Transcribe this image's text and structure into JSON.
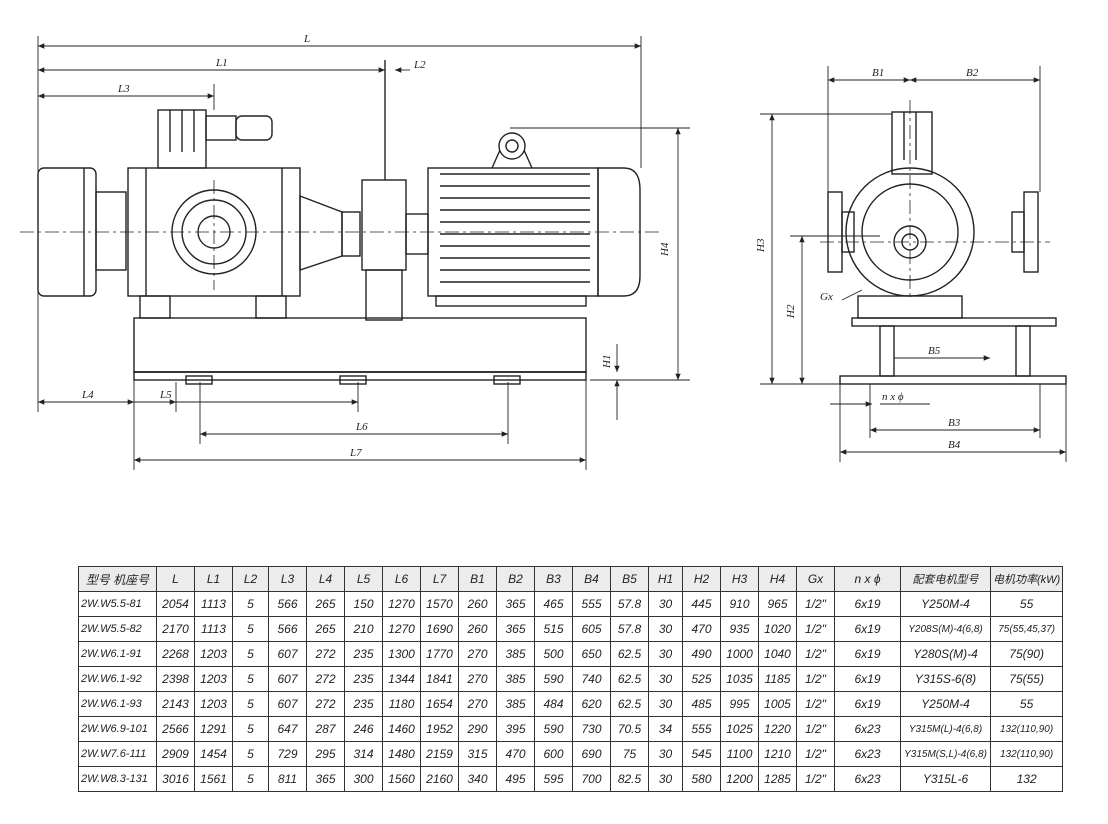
{
  "drawing": {
    "dim_labels": {
      "L": "L",
      "L1": "L1",
      "L2": "L2",
      "L3": "L3",
      "L4": "L4",
      "L5": "L5",
      "L6": "L6",
      "L7": "L7",
      "B1": "B1",
      "B2": "B2",
      "B3": "B3",
      "B4": "B4",
      "B5": "B5",
      "H1": "H1",
      "H2": "H2",
      "H3": "H3",
      "H4": "H4",
      "Gx": "Gx",
      "nxphi": "n x ϕ"
    }
  },
  "table": {
    "headers": [
      "型号 机座号",
      "L",
      "L1",
      "L2",
      "L3",
      "L4",
      "L5",
      "L6",
      "L7",
      "B1",
      "B2",
      "B3",
      "B4",
      "B5",
      "H1",
      "H2",
      "H3",
      "H4",
      "Gx",
      "n x ϕ",
      "配套电机型号",
      "电机功率(kW)"
    ],
    "rows": [
      [
        "2W.W5.5-81",
        "2054",
        "1113",
        "5",
        "566",
        "265",
        "150",
        "1270",
        "1570",
        "260",
        "365",
        "465",
        "555",
        "57.8",
        "30",
        "445",
        "910",
        "965",
        "1/2\"",
        "6x19",
        "Y250M-4",
        "55"
      ],
      [
        "2W.W5.5-82",
        "2170",
        "1113",
        "5",
        "566",
        "265",
        "210",
        "1270",
        "1690",
        "260",
        "365",
        "515",
        "605",
        "57.8",
        "30",
        "470",
        "935",
        "1020",
        "1/2\"",
        "6x19",
        "Y208S(M)-4(6,8)",
        "75(55,45,37)"
      ],
      [
        "2W.W6.1-91",
        "2268",
        "1203",
        "5",
        "607",
        "272",
        "235",
        "1300",
        "1770",
        "270",
        "385",
        "500",
        "650",
        "62.5",
        "30",
        "490",
        "1000",
        "1040",
        "1/2\"",
        "6x19",
        "Y280S(M)-4",
        "75(90)"
      ],
      [
        "2W.W6.1-92",
        "2398",
        "1203",
        "5",
        "607",
        "272",
        "235",
        "1344",
        "1841",
        "270",
        "385",
        "590",
        "740",
        "62.5",
        "30",
        "525",
        "1035",
        "1185",
        "1/2\"",
        "6x19",
        "Y315S-6(8)",
        "75(55)"
      ],
      [
        "2W.W6.1-93",
        "2143",
        "1203",
        "5",
        "607",
        "272",
        "235",
        "1180",
        "1654",
        "270",
        "385",
        "484",
        "620",
        "62.5",
        "30",
        "485",
        "995",
        "1005",
        "1/2\"",
        "6x19",
        "Y250M-4",
        "55"
      ],
      [
        "2W.W6.9-101",
        "2566",
        "1291",
        "5",
        "647",
        "287",
        "246",
        "1460",
        "1952",
        "290",
        "395",
        "590",
        "730",
        "70.5",
        "34",
        "555",
        "1025",
        "1220",
        "1/2\"",
        "6x23",
        "Y315M(L)-4(6,8)",
        "132(110,90)"
      ],
      [
        "2W.W7.6-111",
        "2909",
        "1454",
        "5",
        "729",
        "295",
        "314",
        "1480",
        "2159",
        "315",
        "470",
        "600",
        "690",
        "75",
        "30",
        "545",
        "1100",
        "1210",
        "1/2\"",
        "6x23",
        "Y315M(S,L)-4(6,8)",
        "132(110,90)"
      ],
      [
        "2W.W8.3-131",
        "3016",
        "1561",
        "5",
        "811",
        "365",
        "300",
        "1560",
        "2160",
        "340",
        "495",
        "595",
        "700",
        "82.5",
        "30",
        "580",
        "1200",
        "1285",
        "1/2\"",
        "6x23",
        "Y315L-6",
        "132"
      ]
    ]
  }
}
